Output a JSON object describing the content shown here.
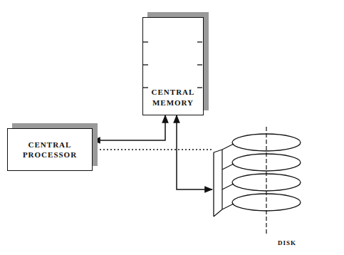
{
  "diagram": {
    "nodes": [
      {
        "text": [
          "CENTRAL MEMORY"
        ]
      },
      {
        "text": [
          "CENTRAL PROCESSOR"
        ]
      },
      {
        "text": [
          "DISK"
        ]
      }
    ],
    "edges": [
      {
        "from": 0,
        "to": 1,
        "arrow": "both"
      },
      {
        "from": 0,
        "to": 2,
        "arrow": "both"
      },
      {
        "from": 1,
        "to": 2,
        "arrow": "none"
      }
    ]
  }
}
